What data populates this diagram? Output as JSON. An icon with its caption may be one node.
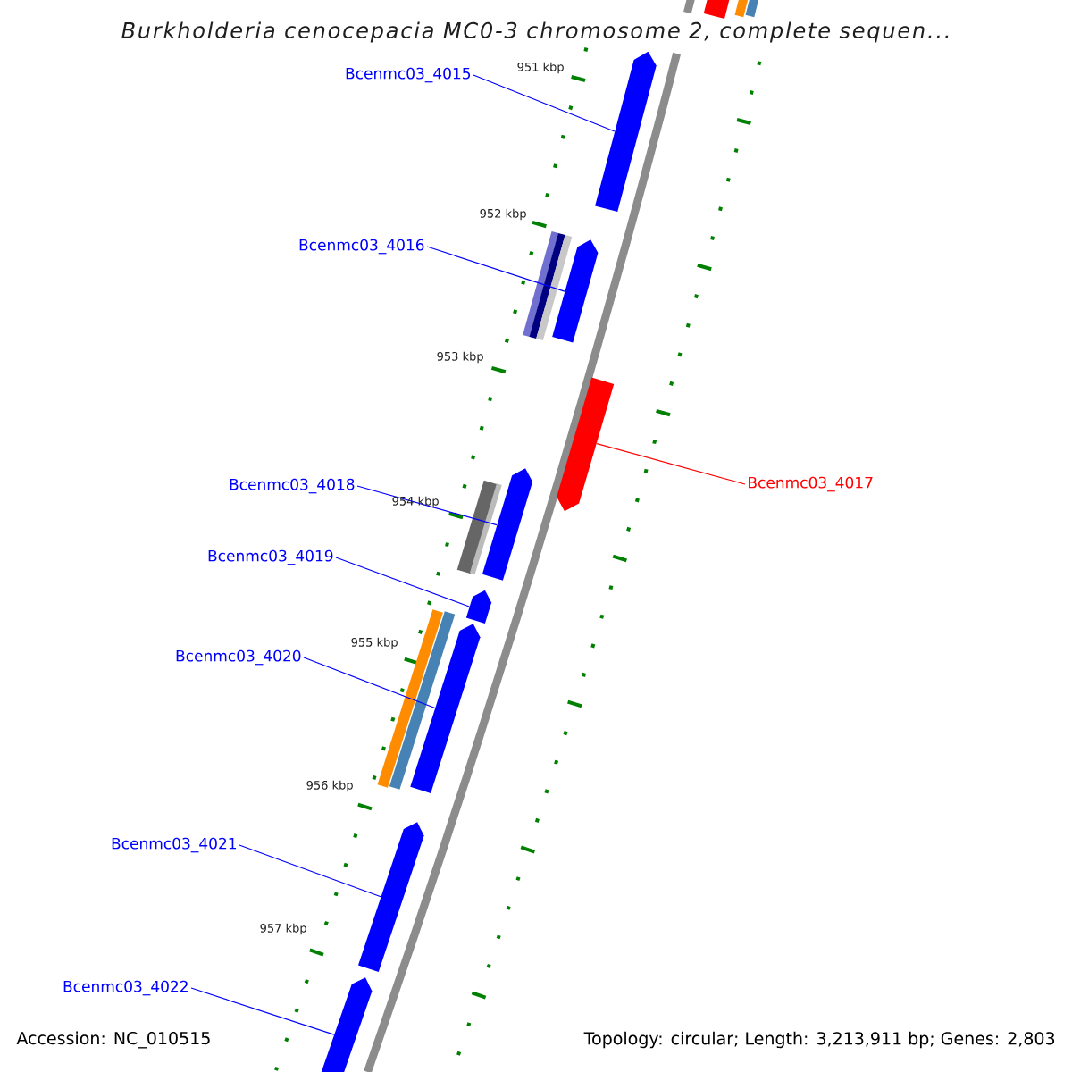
{
  "diagram": {
    "title": "Burkholderia cenocepacia MC0-3 chromosome 2, complete sequen...",
    "nodes": [
      {
        "text": [
          "Bcenmc03_4015"
        ]
      },
      {
        "text": [
          "Bcenmc03_4016"
        ]
      },
      {
        "text": [
          "Bcenmc03_4017"
        ]
      },
      {
        "text": [
          "Bcenmc03_4018"
        ]
      },
      {
        "text": [
          "Bcenmc03_4019"
        ]
      },
      {
        "text": [
          "Bcenmc03_4020"
        ]
      },
      {
        "text": [
          "Bcenmc03_4021"
        ]
      },
      {
        "text": [
          "Bcenmc03_4022"
        ]
      },
      {
        "text": [],
        "shape": "bar"
      },
      {
        "text": [],
        "shape": "bar"
      },
      {
        "text": [],
        "shape": "bar"
      },
      {
        "text": [],
        "shape": "bar"
      },
      {
        "text": [],
        "shape": "bar"
      },
      {
        "text": [],
        "shape": "bar"
      },
      {
        "text": [],
        "shape": "bar"
      },
      {
        "text": [],
        "shape": "bar"
      }
    ],
    "edges": [
      {
        "from": 0,
        "to": 8,
        "arrow": "none"
      },
      {
        "from": 1,
        "to": 9,
        "arrow": "none"
      },
      {
        "from": 2,
        "to": 10,
        "arrow": "none",
        "color": "#ff0000"
      },
      {
        "from": 3,
        "to": 11,
        "arrow": "none"
      },
      {
        "from": 4,
        "to": 12,
        "arrow": "none"
      },
      {
        "from": 5,
        "to": 13,
        "arrow": "none"
      },
      {
        "from": 6,
        "to": 14,
        "arrow": "none"
      },
      {
        "from": 7,
        "to": 15,
        "arrow": "none"
      }
    ],
    "labels": [
      "951 kbp",
      "952 kbp",
      "953 kbp",
      "954 kbp",
      "955 kbp",
      "956 kbp",
      "957 kbp",
      "Accession: NC_010515",
      "Topology: circular; Length: 3,213,911 bp; Genes: 2,803"
    ]
  }
}
